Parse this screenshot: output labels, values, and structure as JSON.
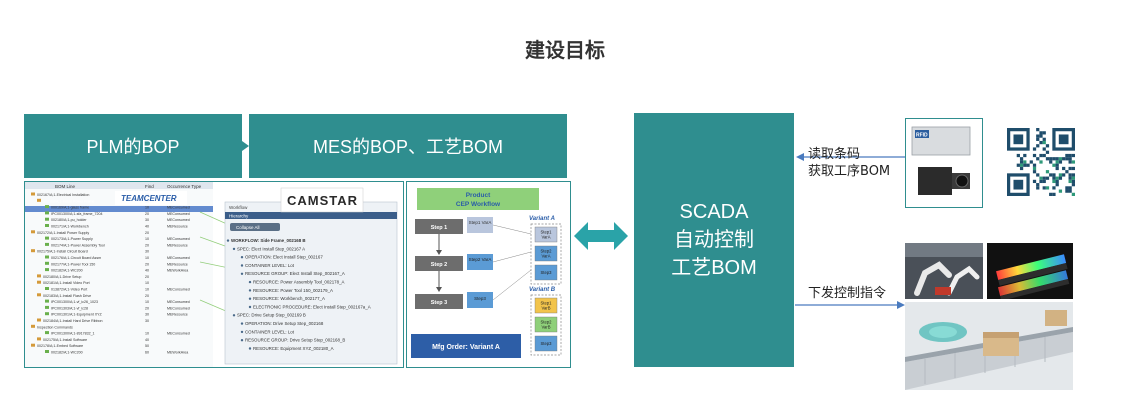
{
  "title": "建设目标",
  "boxes": {
    "plm": "PLM的BOP",
    "mes": "MES的BOP、工艺BOM",
    "scada_line1": "SCADA",
    "scada_line2": "自动控制",
    "scada_line3": "工艺BOM"
  },
  "labels": {
    "read_line1": "读取条码",
    "read_line2": "获取工序BOM",
    "send": "下发控制指令"
  },
  "teamcenter": {
    "logo": "TEAMCENTER",
    "col_bomline": "BOM Line",
    "col_find": "Find",
    "col_occ": "Occurrence Type",
    "rows": [
      [
        "002167/A;1-Electrical Installation",
        "10",
        ""
      ],
      [
        "002168/A;1-Install Power Frame",
        "10",
        ""
      ],
      [
        "000169/A;1-glass frame",
        "10",
        "MEConsumed"
      ],
      [
        "IPC001300/A;1-sfa_frame_7204",
        "20",
        "MEConsumed"
      ],
      [
        "002180/A;1-pu_holder",
        "30",
        "MEConsumed"
      ],
      [
        "002171/A;1-Workbench",
        "40",
        "MEResource"
      ],
      [
        "002172/A;1-Install Power Supply",
        "20",
        ""
      ],
      [
        "002173/A;1-Power Supply",
        "10",
        "MEConsumed"
      ],
      [
        "002174/A;1-Power Assembly Tool",
        "20",
        "MEResource"
      ],
      [
        "002175/A;1-Install Circuit Board",
        "30",
        ""
      ],
      [
        "002176/A;1-Circuit Board Assm",
        "10",
        "MEConsumed"
      ],
      [
        "002177/A;1-Power Tool 150",
        "20",
        "MEResource"
      ],
      [
        "002182/A;1-WC200",
        "40",
        "MEWorkArea"
      ],
      [
        "002180/A;1-Drive Setup",
        "20",
        ""
      ],
      [
        "002181/A;1-Install Video Port",
        "10",
        ""
      ],
      [
        "013872/A;1-Video Port",
        "10",
        "MEConsumed"
      ],
      [
        "002183/A;1-Install Flash Drive",
        "20",
        ""
      ],
      [
        "IPC001300/A;1-vf_ic26_1023",
        "10",
        "MEConsumed"
      ],
      [
        "IPC001303/A;1-vf_ic28",
        "20",
        "MEConsumed"
      ],
      [
        "IPC001301/A;1-Equipment XYZ",
        "30",
        "MEResource"
      ],
      [
        "002184/A;1-Install Hard Drive Ribbon",
        "30",
        ""
      ],
      [
        "Inspection Commands",
        "",
        ""
      ],
      [
        "IPC001300/A;1-8917832_1",
        "10",
        "MEConsumed"
      ],
      [
        "002175/A;1-Install Software",
        "40",
        ""
      ],
      [
        "002178/A;1-Embed Software",
        "50",
        ""
      ],
      [
        "002182/A;1-WC200",
        "60",
        "MEWorkArea"
      ]
    ]
  },
  "camstar": {
    "logo": "CAMSTAR",
    "tab": "Workflow",
    "header": "Hierarchy",
    "button": "Collapse All",
    "lines": [
      "WORKFLOW: Side Frame_002168 B",
      "SPEC: Elect Install Step_002167 A",
      "OPERATION: Elect Install Step_002167",
      "CONTAINER LEVEL: Lot",
      "RESOURCE GROUP: Elect Install Step_002167_A",
      "RESOURCE: Power Assembly Tool_002178_A",
      "RESOURCE: Power Tool 150_002179_A",
      "RESOURCE: Workbench_002177_A",
      "ELECTRONIC PROCEDURE: Elect Install Step_002167a_A",
      "SPEC: Drive Setup Step_002169 B",
      "OPERATION: Drive Setup Step_002168",
      "CONTAINER LEVEL: Lot",
      "RESOURCE GROUP: Drive Setup Step_002168_B",
      "RESOURCE: Equipment XYZ_002180_A"
    ]
  },
  "workflow": {
    "title_line1": "Product",
    "title_line2": "CEP Workflow",
    "step1": "Step 1",
    "step2": "Step 2",
    "step3": "Step 3",
    "step1_var": "Step1 VarA",
    "step2_var": "Step2 VarA",
    "step3_var": "Step3",
    "variant_a": "Variant A",
    "variant_b": "Variant B",
    "va_items": [
      "Step1 VarA",
      "Step2 VarA",
      "Step3"
    ],
    "vb_items": [
      "Step1 VarB",
      "Step2 VarB",
      "Step3"
    ],
    "order": "Mfg Order: Variant A"
  },
  "images": {
    "rfid_text": "RFID"
  },
  "colors": {
    "teal": "#2f8e8f",
    "arrow": "#2aa3a8",
    "link_arrow": "#4a7bbf"
  }
}
